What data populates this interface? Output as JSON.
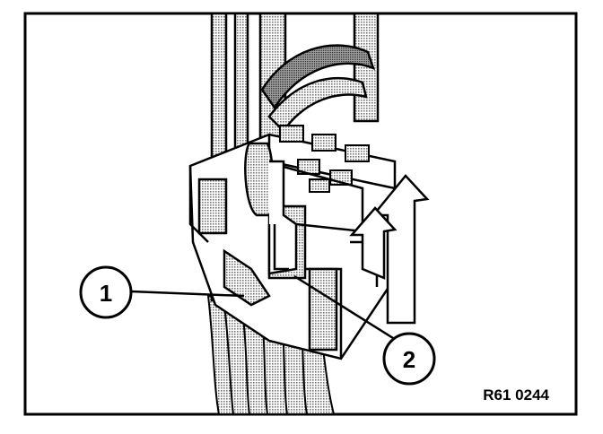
{
  "figure": {
    "reference_code": "R61 0244",
    "callouts": [
      {
        "label": "1"
      },
      {
        "label": "2"
      }
    ],
    "colors": {
      "background": "#ffffff",
      "ink": "#000000",
      "hatch": "#6e6e6e"
    }
  }
}
